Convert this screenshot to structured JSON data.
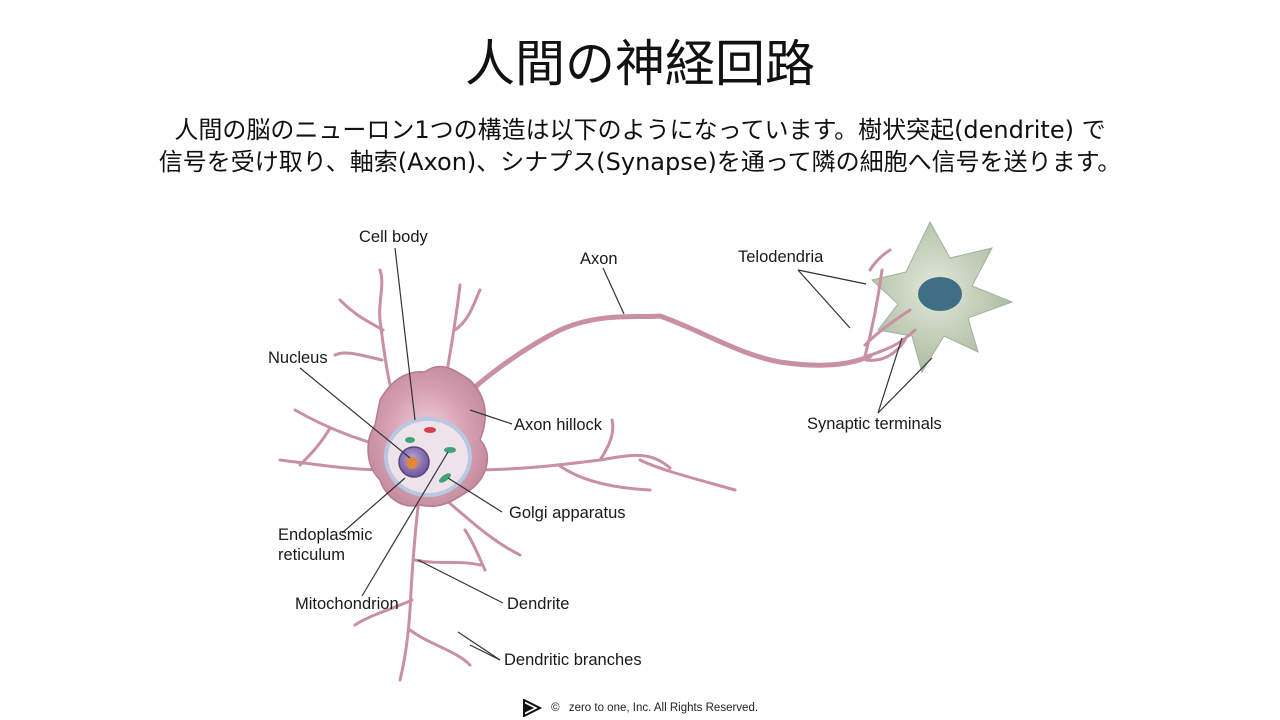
{
  "slide": {
    "title": "人間の神経回路",
    "description_line1": "人間の脳のニューロン1つの構造は以下のようになっています。樹状突起(dendrite) で",
    "description_line2": "信号を受け取り、軸索(Axon)、シナプス(Synapse)を通って隣の細胞へ信号を送ります。"
  },
  "diagram": {
    "labels": {
      "cell_body": "Cell body",
      "axon": "Axon",
      "telodendria": "Telodendria",
      "nucleus": "Nucleus",
      "axon_hillock": "Axon hillock",
      "synaptic_terminals": "Synaptic terminals",
      "golgi_apparatus": "Golgi apparatus",
      "endoplasmic_line1": "Endoplasmic",
      "endoplasmic_line2": "reticulum",
      "mitochondrion": "Mitochondrion",
      "dendrite": "Dendrite",
      "dendritic_branches": "Dendritic branches"
    },
    "colors": {
      "neuron": "#c98fa3",
      "neuron_dark": "#a9687f",
      "membrane_tint": "#b9c8e2",
      "nucleus": "#8a6fb0",
      "nucleolus": "#e0853a",
      "organelle_green": "#3fa37a",
      "organelle_red": "#d2404f",
      "neighbor_cell": "#c7d2bf",
      "neighbor_nucleus": "#3f6f86",
      "leader_line": "#333333"
    }
  },
  "footer": {
    "copyright_symbol": "©",
    "text": "zero to one, Inc. All Rights Reserved.",
    "logo_icon": "play-triangle-icon"
  }
}
